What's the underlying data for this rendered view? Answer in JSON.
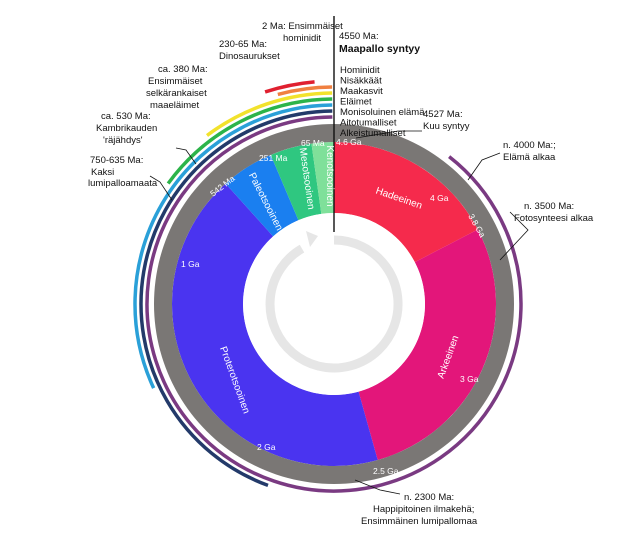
{
  "colors": {
    "ring": "#7a7775",
    "hadean": "#f52a4c",
    "archean": "#e3167a",
    "proterozoic": "#4a34f0",
    "paleozoic": "#1a7ff0",
    "mesozoic": "#2fc780",
    "cenozoic": "#7fe09a",
    "purple": "#7a3a82",
    "navy": "#233a6a",
    "blue": "#2aa0d8",
    "green": "#2cb44a",
    "yellow": "#f2e22c",
    "orange": "#f08040",
    "red": "#e02030"
  },
  "eons": [
    {
      "key": "hadean",
      "label": "Hadeeinen"
    },
    {
      "key": "archean",
      "label": "Arkeeinen"
    },
    {
      "key": "proterozoic",
      "label": "Proterotsooinen"
    },
    {
      "key": "paleozoic",
      "label": "Paleotsooinen"
    },
    {
      "key": "mesozoic",
      "label": "Mesotsooinen"
    },
    {
      "key": "cenozoic",
      "label": "Kenotsooinen"
    }
  ],
  "ring_ticks": {
    "t46": "4.6 Ga",
    "t38": "3.8 Ga",
    "t25": "2.5 Ga",
    "t542": "542 Ma",
    "t251": "251 Ma",
    "t65": "65 Ma"
  },
  "inner_ticks": {
    "g4": "4 Ga",
    "g3": "3 Ga",
    "g2": "2 Ga",
    "g1": "1 Ga"
  },
  "events": {
    "hominidit": "2 Ma: Ensimmäiset",
    "hominidit2": "hominidit",
    "dino": "230-65 Ma:",
    "dino2": "Dinosaurukset",
    "selka": "ca. 380 Ma:",
    "selka2": "Ensimmäiset",
    "selka3": "selkärankaiset",
    "selka4": "maaeläimet",
    "kambri": "ca. 530 Ma:",
    "kambri2": "Kambrikauden",
    "kambri3": "'räjähdys'",
    "lumi": "750-635 Ma:",
    "lumi2": "Kaksi",
    "lumi3": "lumipalloamaata",
    "maa": "4550 Ma:",
    "maa2": "Maapallo syntyy",
    "kuu": "4527 Ma:",
    "kuu2": "Kuu syntyy",
    "elama": "n. 4000 Ma:;",
    "elama2": "Elämä alkaa",
    "foto": "n. 3500 Ma:",
    "foto2": "Fotosynteesi alkaa",
    "happi": "n. 2300 Ma:",
    "happi2": "Happipitoinen ilmakehä;",
    "happi3": "Ensimmäinen lumipallomaa"
  },
  "legend": [
    "Hominidit",
    "Nisäkkäät",
    "Maakasvit",
    "Eläimet",
    "Monisoluinen elämä",
    "Aitotumalliset",
    "Alkeistumalliset"
  ]
}
